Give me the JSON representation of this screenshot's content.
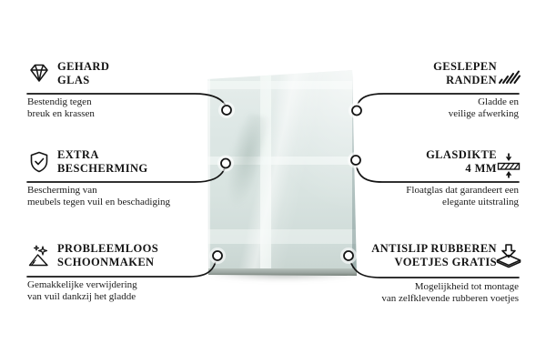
{
  "colors": {
    "ink": "#141414",
    "background": "#ffffff",
    "glass_base": "#d8e3e0",
    "glass_highlight": "#e7eeec",
    "glass_edge": "#747d77"
  },
  "glass_panel": {
    "description": "glass plate product photo with window reflection"
  },
  "features": {
    "left": [
      {
        "icon": "diamond-icon",
        "title_lines": [
          "GEHARD",
          "GLAS"
        ],
        "description_lines": [
          "Bestendig tegen",
          "breuk en krassen"
        ]
      },
      {
        "icon": "shield-check-icon",
        "title_lines": [
          "EXTRA",
          "BESCHERMING"
        ],
        "description_lines": [
          "Bescherming van",
          "meubels tegen vuil en beschadiging"
        ]
      },
      {
        "icon": "sparkle-clean-icon",
        "title_lines": [
          "PROBLEEMLOOS",
          "SCHOONMAKEN"
        ],
        "description_lines": [
          "Gemakkelijke verwijdering",
          "van vuil dankzij het gladde"
        ]
      }
    ],
    "right": [
      {
        "icon": "polished-edges-icon",
        "title_lines": [
          "GESLEPEN",
          "RANDEN"
        ],
        "description_lines": [
          "Gladde en",
          "veilige afwerking"
        ]
      },
      {
        "icon": "glass-thickness-icon",
        "title_lines": [
          "GLASDIKTE",
          "4 MM"
        ],
        "description_lines": [
          "Floatglas dat garandeert een",
          "elegante uitstraling"
        ]
      },
      {
        "icon": "rubber-feet-icon",
        "title_lines": [
          "ANTISLIP RUBBEREN",
          "VOETJES GRATIS"
        ],
        "description_lines": [
          "Mogelijkheid tot montage",
          "van zelfklevende rubberen voetjes"
        ]
      }
    ]
  }
}
